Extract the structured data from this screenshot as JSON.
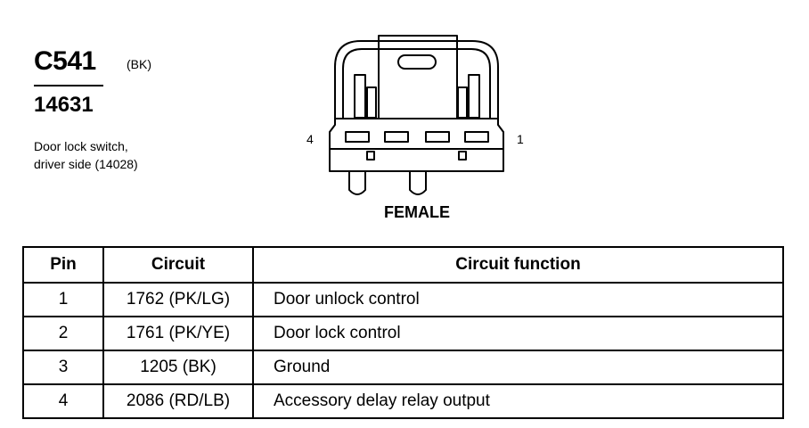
{
  "connector": {
    "id": "C541",
    "color": "(BK)",
    "part_number": "14631",
    "description": [
      "Door lock switch,",
      "driver side (14028)"
    ],
    "gender": "FEMALE",
    "pin_label_left": "4",
    "pin_label_right": "1"
  },
  "table": {
    "headers": {
      "pin": "Pin",
      "circuit": "Circuit",
      "function": "Circuit function"
    },
    "rows": [
      {
        "pin": "1",
        "circuit": "1762 (PK/LG)",
        "function": "Door unlock control"
      },
      {
        "pin": "2",
        "circuit": "1761 (PK/YE)",
        "function": "Door lock control"
      },
      {
        "pin": "3",
        "circuit": "1205 (BK)",
        "function": "Ground"
      },
      {
        "pin": "4",
        "circuit": "2086 (RD/LB)",
        "function": "Accessory delay relay output"
      }
    ]
  }
}
